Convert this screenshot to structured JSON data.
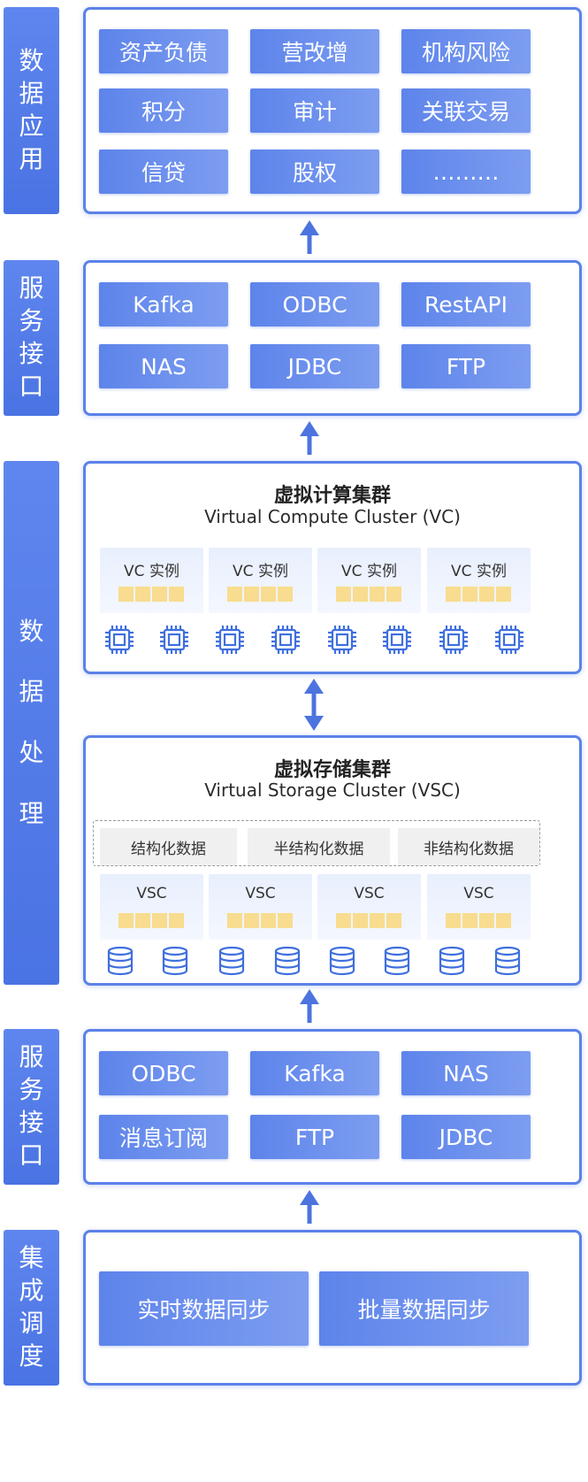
{
  "layers": {
    "data_app": {
      "label": [
        "数",
        "据",
        "应",
        "用"
      ],
      "items": [
        "资产负债",
        "营改增",
        "机构风险",
        "积分",
        "审计",
        "关联交易",
        "信贷",
        "股权",
        "………"
      ]
    },
    "service_top": {
      "label": [
        "服",
        "务",
        "接",
        "口"
      ],
      "items": [
        "Kafka",
        "ODBC",
        "RestAPI",
        "NAS",
        "JDBC",
        "FTP"
      ]
    },
    "processing": {
      "label": [
        "数",
        "据",
        "处",
        "理"
      ]
    },
    "service_bottom": {
      "label": [
        "服",
        "务",
        "接",
        "口"
      ],
      "items": [
        "ODBC",
        "Kafka",
        "NAS",
        "消息订阅",
        "FTP",
        "JDBC"
      ]
    },
    "scheduling": {
      "label": [
        "集",
        "成",
        "调",
        "度"
      ],
      "items": [
        "实时数据同步",
        "批量数据同步"
      ]
    }
  },
  "vc": {
    "title_zh": "虚拟计算集群",
    "title_en": "Virtual Compute Cluster (VC)",
    "instances": [
      "VC 实例",
      "VC 实例",
      "VC 实例",
      "VC 实例"
    ]
  },
  "vsc": {
    "title_zh": "虚拟存储集群",
    "title_en": "Virtual Storage Cluster (VSC)",
    "data_types": [
      "结构化数据",
      "半结构化数据",
      "非结构化数据"
    ],
    "instances": [
      "VSC",
      "VSC",
      "VSC",
      "VSC"
    ]
  },
  "icons": {
    "chip": "cpu-chip-icon",
    "db": "database-icon"
  },
  "colors": {
    "accent": "#5b82e8",
    "button": "#5d84eb",
    "yellow": "#f8dc8f",
    "gray": "#f0f0f0"
  }
}
